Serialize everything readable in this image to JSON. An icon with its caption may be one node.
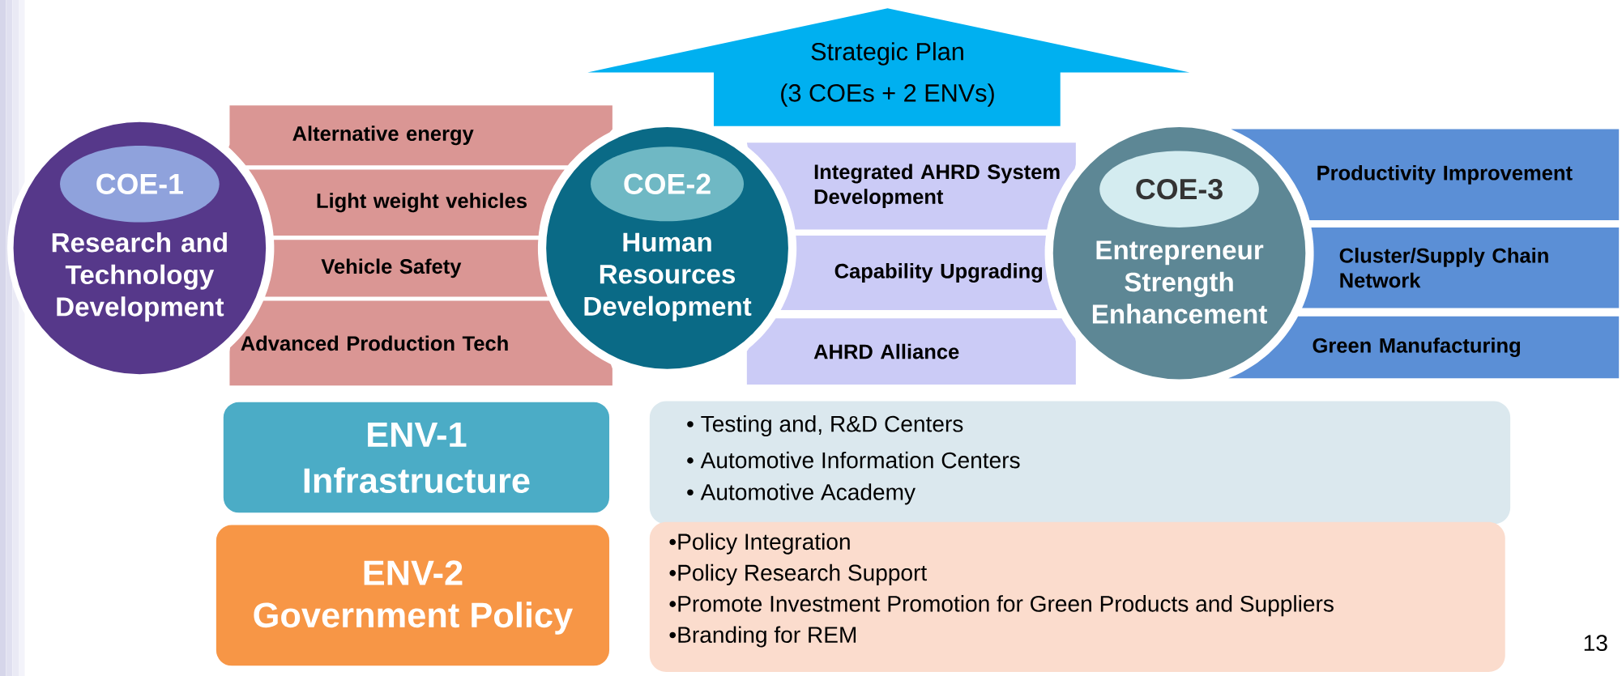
{
  "diagram": {
    "nodes": [
      {
        "text": [
          "Strategic Plan",
          "(3 COEs + 2 ENVs)"
        ]
      },
      {
        "text": [
          "COE-1",
          "Research and Technology Development"
        ]
      },
      {
        "text": [
          "Alternative energy"
        ]
      },
      {
        "text": [
          "Light weight vehicles"
        ]
      },
      {
        "text": [
          "Vehicle Safety"
        ]
      },
      {
        "text": [
          "Advanced Production Tech"
        ]
      },
      {
        "text": [
          "COE-2",
          "Human Resources Development"
        ]
      },
      {
        "text": [
          "Integrated AHRD System Development"
        ]
      },
      {
        "text": [
          "Capability Upgrading"
        ]
      },
      {
        "text": [
          "AHRD Alliance"
        ]
      },
      {
        "text": [
          "COE-3",
          "Entrepreneur Strength Enhancement"
        ]
      },
      {
        "text": [
          "Productivity Improvement"
        ]
      },
      {
        "text": [
          "Cluster/Supply Chain Network"
        ]
      },
      {
        "text": [
          "Green Manufacturing"
        ]
      },
      {
        "text": [
          "ENV-1",
          "Infrastructure"
        ]
      },
      {
        "text": [
          "• Testing and, R&D Centers",
          "• Automotive Information Centers",
          "• Automotive Academy"
        ]
      },
      {
        "text": [
          "ENV-2",
          "Government Policy"
        ]
      },
      {
        "text": [
          "•Policy Integration",
          "•Policy Research Support",
          "•Promote Investment Promotion for Green Products and Suppliers",
          "•Branding for REM"
        ]
      }
    ],
    "labels": [
      "13"
    ]
  }
}
